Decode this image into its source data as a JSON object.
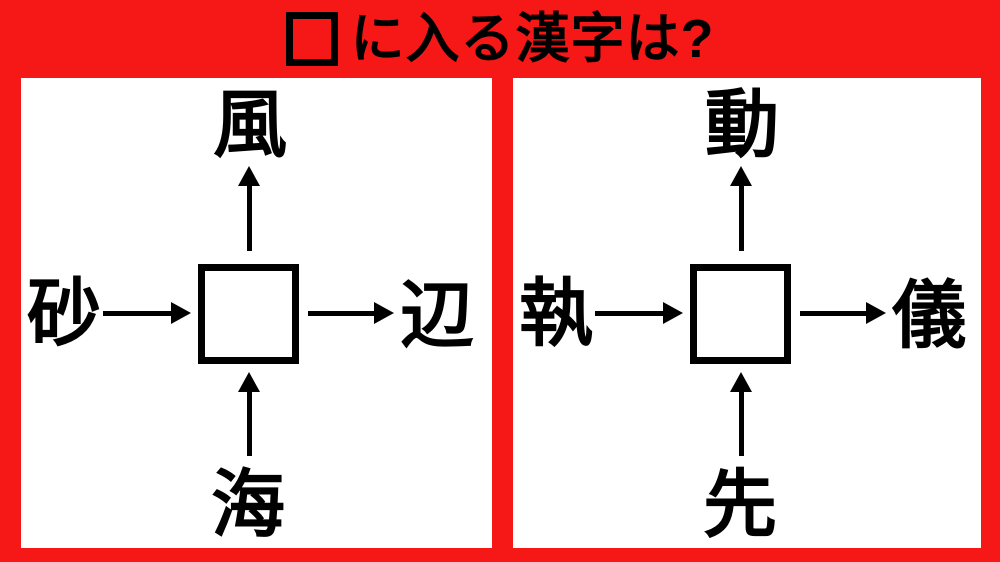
{
  "colors": {
    "background": "#f61717",
    "panel": "#ffffff",
    "ink": "#000000"
  },
  "title": {
    "box_symbol": "□",
    "text": "に入る漢字は?"
  },
  "puzzles": [
    {
      "name": "left-puzzle",
      "top": "風",
      "left": "砂",
      "right": "辺",
      "bottom": "海",
      "answer_box": "",
      "arrows": [
        "left→box",
        "bottom→box",
        "box→top",
        "box→right"
      ]
    },
    {
      "name": "right-puzzle",
      "top": "動",
      "left": "執",
      "right": "儀",
      "bottom": "先",
      "answer_box": "",
      "arrows": [
        "left→box",
        "bottom→box",
        "box→top",
        "box→right"
      ]
    }
  ]
}
